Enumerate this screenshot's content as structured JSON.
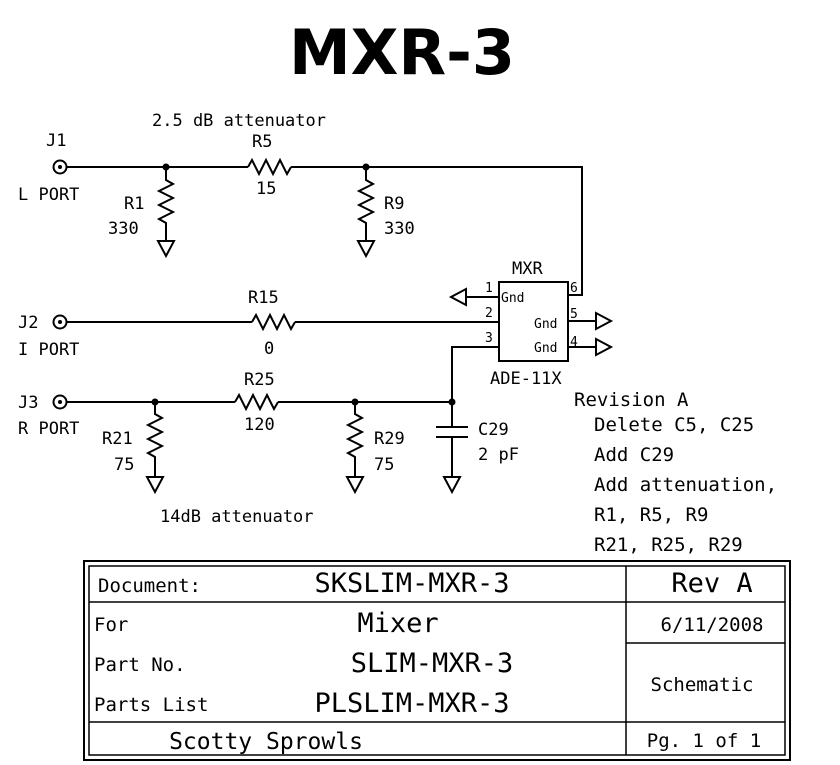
{
  "title": "MXR-3",
  "labels": {
    "atten_top": "2.5 dB attenuator",
    "atten_bottom": "14dB attenuator"
  },
  "ports": {
    "j1": {
      "ref": "J1",
      "name": "L PORT"
    },
    "j2": {
      "ref": "J2",
      "name": "I PORT"
    },
    "j3": {
      "ref": "J3",
      "name": "R PORT"
    }
  },
  "components": {
    "r1": {
      "ref": "R1",
      "value": "330"
    },
    "r5": {
      "ref": "R5",
      "value": "15"
    },
    "r9": {
      "ref": "R9",
      "value": "330"
    },
    "r15": {
      "ref": "R15",
      "value": "0"
    },
    "r21": {
      "ref": "R21",
      "value": "75"
    },
    "r25": {
      "ref": "R25",
      "value": "120"
    },
    "r29": {
      "ref": "R29",
      "value": "75"
    },
    "c29": {
      "ref": "C29",
      "value": "2 pF"
    }
  },
  "mixer": {
    "ref": "MXR",
    "part": "ADE-11X",
    "gnd": "Gnd",
    "pins": {
      "p1": "1",
      "p2": "2",
      "p3": "3",
      "p4": "4",
      "p5": "5",
      "p6": "6"
    }
  },
  "revision": {
    "title": "Revision A",
    "lines": [
      "Delete C5, C25",
      "Add C29",
      "Add attenuation,",
      "R1, R5, R9",
      "R21, R25, R29"
    ]
  },
  "title_block": {
    "document_label": "Document:",
    "document_value": "SKSLIM-MXR-3",
    "rev": "Rev A",
    "for_label": "For",
    "for_value": "Mixer",
    "date": "6/11/2008",
    "part_label": "Part No.",
    "part_value": "SLIM-MXR-3",
    "parts_list_label": "Parts List",
    "parts_list_value": "PLSLIM-MXR-3",
    "sheet_type": "Schematic",
    "author": "Scotty Sprowls",
    "page": "Pg. 1 of 1"
  }
}
